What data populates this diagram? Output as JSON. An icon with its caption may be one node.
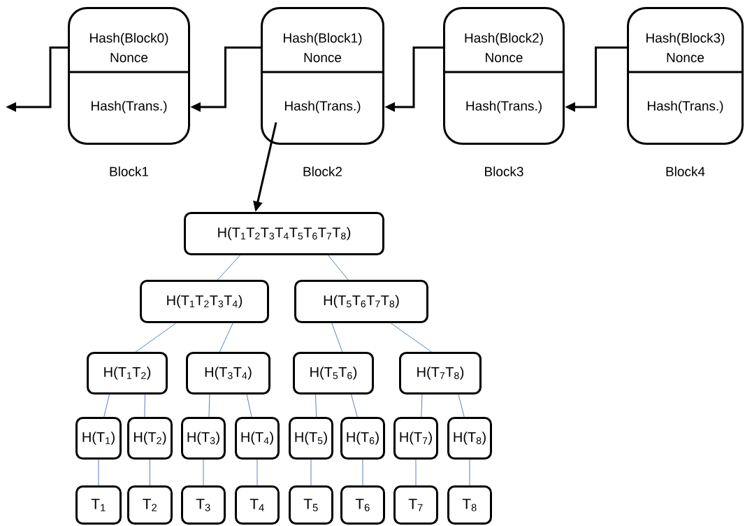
{
  "diagram": {
    "nodes": [
      {
        "text": [
          "Hash(Block0) Nonce",
          "Hash(Trans.)"
        ],
        "beside": [
          "Block1"
        ]
      },
      {
        "text": [
          "Hash(Block1) Nonce",
          "Hash(Trans.)"
        ],
        "beside": [
          "Block2"
        ]
      },
      {
        "text": [
          "Hash(Block2) Nonce",
          "Hash(Trans.)"
        ],
        "beside": [
          "Block3"
        ]
      },
      {
        "text": [
          "Hash(Block3) Nonce",
          "Hash(Trans.)"
        ],
        "beside": [
          "Block4"
        ]
      },
      {
        "text": [
          "H(T$_{1}$T$_{2}$T$_{3}$T$_{4}$T$_{5}$T$_{6}$T$_{7}$T$_{8}$)"
        ]
      },
      {
        "text": [
          "H(T$_{1}$T$_{2}$T$_{3}$T$_{4}$)"
        ]
      },
      {
        "text": [
          "H(T$_{5}$T$_{6}$T$_{7}$T$_{8}$)"
        ]
      },
      {
        "text": [
          "H(T$_{1}$T$_{2}$)"
        ]
      },
      {
        "text": [
          "H(T$_{3}$T$_{4}$)"
        ]
      },
      {
        "text": [
          "H(T$_{5}$T$_{6}$)"
        ]
      },
      {
        "text": [
          "H(T$_{7}$T$_{8}$)"
        ]
      },
      {
        "text": [
          "H(T$_{1}$)"
        ]
      },
      {
        "text": [
          "H(T$_{2}$)"
        ]
      },
      {
        "text": [
          "H(T$_{3}$)"
        ]
      },
      {
        "text": [
          "H(T$_{4}$)"
        ]
      },
      {
        "text": [
          "H(T$_{5}$)"
        ]
      },
      {
        "text": [
          "H(T$_{6}$)"
        ]
      },
      {
        "text": [
          "H(T$_{7}$)"
        ]
      },
      {
        "text": [
          "H(T$_{8}$)"
        ]
      },
      {
        "text": [
          "T$_{1}$"
        ]
      },
      {
        "text": [
          "T$_{2}$"
        ]
      },
      {
        "text": [
          "T$_{3}$"
        ]
      },
      {
        "text": [
          "T$_{4}$"
        ]
      },
      {
        "text": [
          "T$_{5}$"
        ]
      },
      {
        "text": [
          "T$_{6}$"
        ]
      },
      {
        "text": [
          "T$_{7}$"
        ]
      },
      {
        "text": [
          "T$_{8}$"
        ]
      }
    ],
    "edges": [
      {
        "from": 0,
        "to": null,
        "arrow": "to",
        "style": "thick",
        "color": "#000000"
      },
      {
        "from": 1,
        "to": 0,
        "arrow": "to",
        "style": "thick",
        "color": "#000000"
      },
      {
        "from": 2,
        "to": 1,
        "arrow": "to",
        "style": "thick",
        "color": "#000000"
      },
      {
        "from": 3,
        "to": 2,
        "arrow": "to",
        "style": "thick",
        "color": "#000000"
      },
      {
        "from": 1,
        "to": 4,
        "arrow": "to",
        "style": "thick",
        "color": "#000000"
      },
      {
        "from": 4,
        "to": 5,
        "arrow": "none"
      },
      {
        "from": 4,
        "to": 6,
        "arrow": "none"
      },
      {
        "from": 5,
        "to": 7,
        "arrow": "none"
      },
      {
        "from": 5,
        "to": 8,
        "arrow": "none"
      },
      {
        "from": 6,
        "to": 9,
        "arrow": "none"
      },
      {
        "from": 6,
        "to": 10,
        "arrow": "none"
      },
      {
        "from": 7,
        "to": 11,
        "arrow": "none"
      },
      {
        "from": 7,
        "to": 12,
        "arrow": "none"
      },
      {
        "from": 8,
        "to": 13,
        "arrow": "none"
      },
      {
        "from": 8,
        "to": 14,
        "arrow": "none"
      },
      {
        "from": 9,
        "to": 15,
        "arrow": "none"
      },
      {
        "from": 9,
        "to": 16,
        "arrow": "none"
      },
      {
        "from": 10,
        "to": 17,
        "arrow": "none"
      },
      {
        "from": 10,
        "to": 18,
        "arrow": "none"
      },
      {
        "from": 11,
        "to": 19,
        "arrow": "none"
      },
      {
        "from": 12,
        "to": 20,
        "arrow": "none"
      },
      {
        "from": 13,
        "to": 21,
        "arrow": "none"
      },
      {
        "from": 14,
        "to": 22,
        "arrow": "none"
      },
      {
        "from": 15,
        "to": 23,
        "arrow": "none"
      },
      {
        "from": 16,
        "to": 24,
        "arrow": "none"
      },
      {
        "from": 17,
        "to": 25,
        "arrow": "none"
      },
      {
        "from": 18,
        "to": 26,
        "arrow": "none"
      }
    ]
  }
}
